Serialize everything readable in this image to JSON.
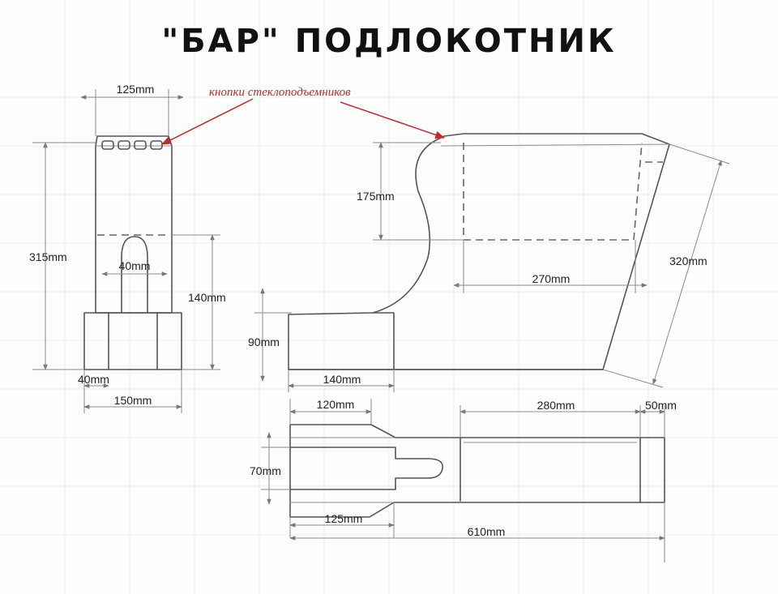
{
  "title": "\"БАР\" ПОДЛОКОТНИК",
  "annotation": {
    "text": "кнопки стеклоподъемников",
    "color": "#c0282a"
  },
  "dimensions": {
    "front_top_width": "125mm",
    "front_total_height": "315mm",
    "front_slot_width": "40mm",
    "front_lower_height": "140mm",
    "front_side_width": "40mm",
    "front_base_width": "150mm",
    "side_upper_height": "175mm",
    "side_inner_length": "270mm",
    "side_slant_length": "320mm",
    "side_base_height": "90mm",
    "side_base_length": "140mm",
    "top_front_length": "120mm",
    "top_box_length": "280mm",
    "top_end_length": "50mm",
    "top_width": "70mm",
    "top_tail_length": "125mm",
    "top_total_length": "610mm"
  }
}
